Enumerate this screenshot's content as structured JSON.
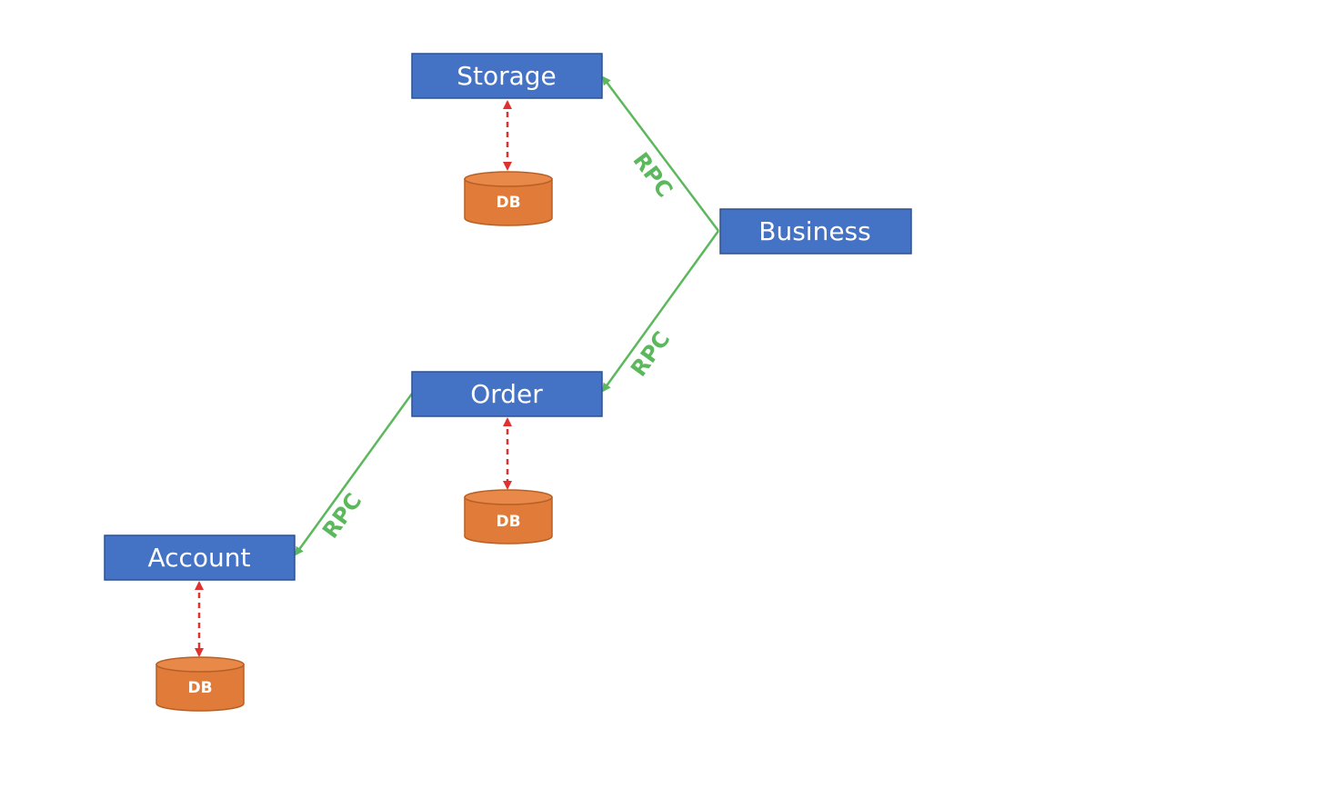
{
  "colors": {
    "service_fill": "#4472C4",
    "service_border": "#2F528F",
    "db_fill": "#E07B39",
    "db_border": "#B85F24",
    "rpc_line": "#5CB85C",
    "db_link": "#E03131"
  },
  "services": {
    "storage": "Storage",
    "business": "Business",
    "order": "Order",
    "account": "Account"
  },
  "databases": {
    "storage_db": "DB",
    "order_db": "DB",
    "account_db": "DB"
  },
  "rpc": {
    "business_to_storage": "RPC",
    "business_to_order": "RPC",
    "order_to_account": "RPC"
  }
}
